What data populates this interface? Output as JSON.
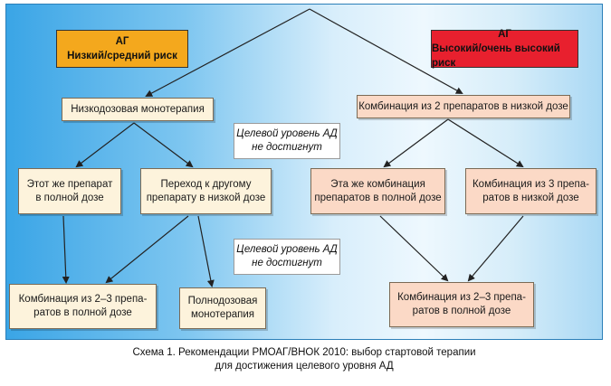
{
  "header_low": {
    "line1": "АГ",
    "line2": "Низкий/средний риск",
    "color": "#f4a81d"
  },
  "header_high": {
    "line1": "АГ",
    "line2": "Высокий/очень высокий риск",
    "color": "#e8202e"
  },
  "nodes": {
    "low_mono": "Низкодозовая монотерапия",
    "high_combo": "Комбинация из 2 препаратов в низкой дозе",
    "same_drug_full": "Этот же препарат\nв полной дозе",
    "switch_drug_low": "Переход к другому\nпрепарату в низкой дозе",
    "same_combo_full": "Эта же комбинация\nпрепаратов в полной дозе",
    "combo3_low": "Комбинация из 3 препа-\nратов в низкой дозе",
    "combo23_full_left": "Комбинация из 2–3 препа-\nратов в полной дозе",
    "full_mono": "Полнодозовая\nмонотерапия",
    "combo23_full_right": "Комбинация из 2–3 препа-\nратов в полной дозе"
  },
  "notes": {
    "note_top": "Целевой уровень АД\nне достигнут",
    "note_bottom": "Целевой уровень АД\nне достигнут"
  },
  "caption": {
    "line1": "Схема 1. Рекомендации РМОАГ/ВНОК 2010: выбор стартовой терапии",
    "line2": "для достижения целевого уровня АД"
  }
}
